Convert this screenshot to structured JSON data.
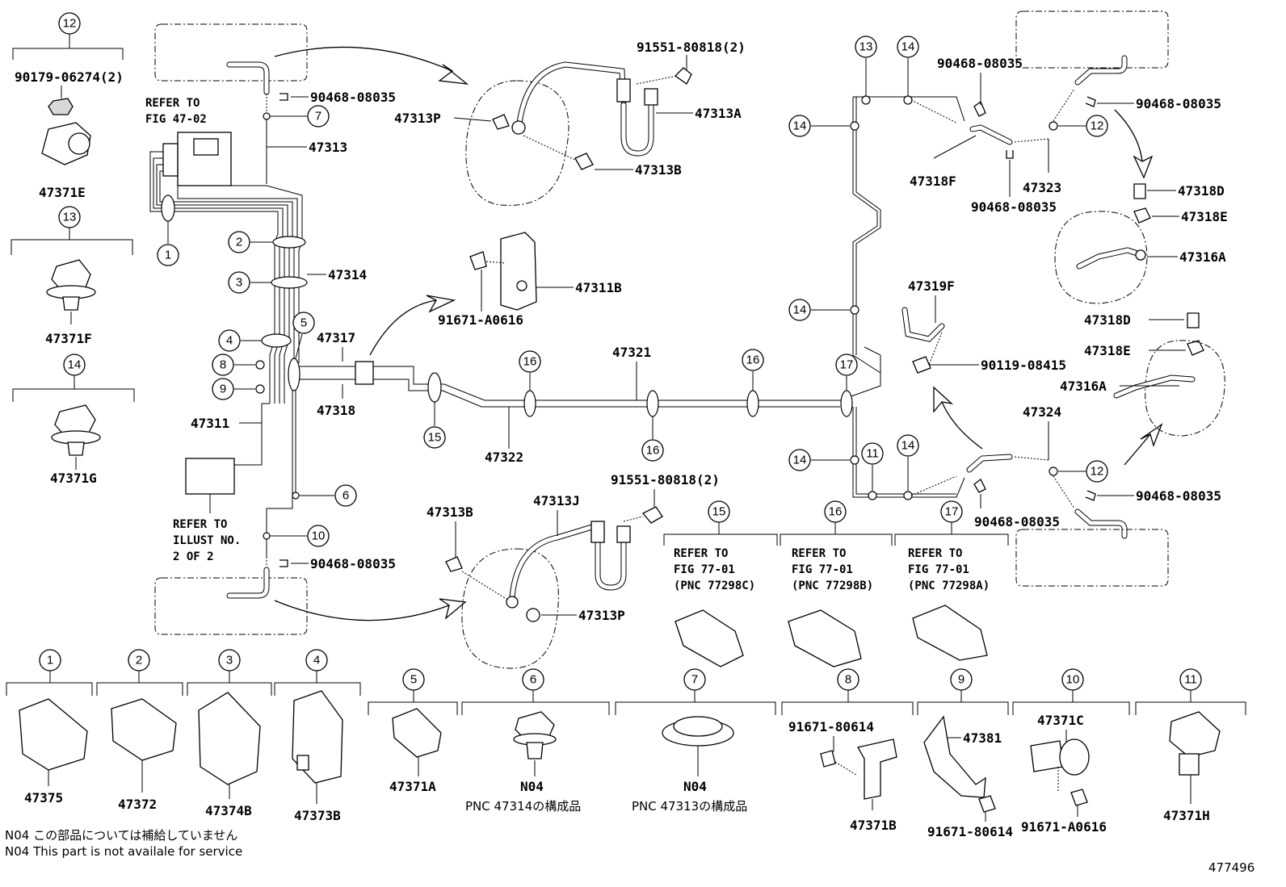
{
  "diagram": {
    "id_number": "477496",
    "refer_fig_47_02": [
      "REFER TO",
      "FIG 47-02"
    ],
    "refer_illust": [
      "REFER TO",
      "ILLUST NO.",
      "2 OF 2"
    ],
    "refer_15": [
      "REFER TO",
      "FIG 77-01",
      "(PNC 77298C)"
    ],
    "refer_16": [
      "REFER TO",
      "FIG 77-01",
      "(PNC 77298B)"
    ],
    "refer_17": [
      "REFER TO",
      "FIG 77-01",
      "(PNC 77298A)"
    ],
    "note_jp": "N04 この部品については補給していません",
    "note_en": "N04  This part is not availale for service",
    "pnc_47314_note": "PNC 47314の構成品",
    "pnc_47313_note": "PNC 47313の構成品",
    "callouts": {
      "c1": "1",
      "c2": "2",
      "c3": "3",
      "c4": "4",
      "c5": "5",
      "c6": "6",
      "c7": "7",
      "c8": "8",
      "c9": "9",
      "c10": "10",
      "c11": "11",
      "c12": "12",
      "c13": "13",
      "c14": "14",
      "c15": "15",
      "c16": "16",
      "c17": "17"
    },
    "parts": {
      "p90179": "90179-06274(2)",
      "p47371E": "47371E",
      "p47371F": "47371F",
      "p47371G": "47371G",
      "p90468": "90468-08035",
      "p47313": "47313",
      "p47314": "47314",
      "p47317": "47317",
      "p47318": "47318",
      "p47311": "47311",
      "p47322": "47322",
      "p47321": "47321",
      "p91551": "91551-80818(2)",
      "p47313P": "47313P",
      "p47313A": "47313A",
      "p47313B": "47313B",
      "p47311B": "47311B",
      "p91671A0616": "91671-A0616",
      "p47313J": "47313J",
      "p47318F": "47318F",
      "p47323": "47323",
      "p47318D": "47318D",
      "p47318E": "47318E",
      "p47316A": "47316A",
      "p47319F": "47319F",
      "p90119": "90119-08415",
      "p47324": "47324",
      "p47375": "47375",
      "p47372": "47372",
      "p47374B": "47374B",
      "p47373B": "47373B",
      "p47371A": "47371A",
      "pN04": "N04",
      "p91671_80614": "91671-80614",
      "p47371B": "47371B",
      "p47381": "47381",
      "p47371C": "47371C",
      "p47371H": "47371H"
    }
  }
}
